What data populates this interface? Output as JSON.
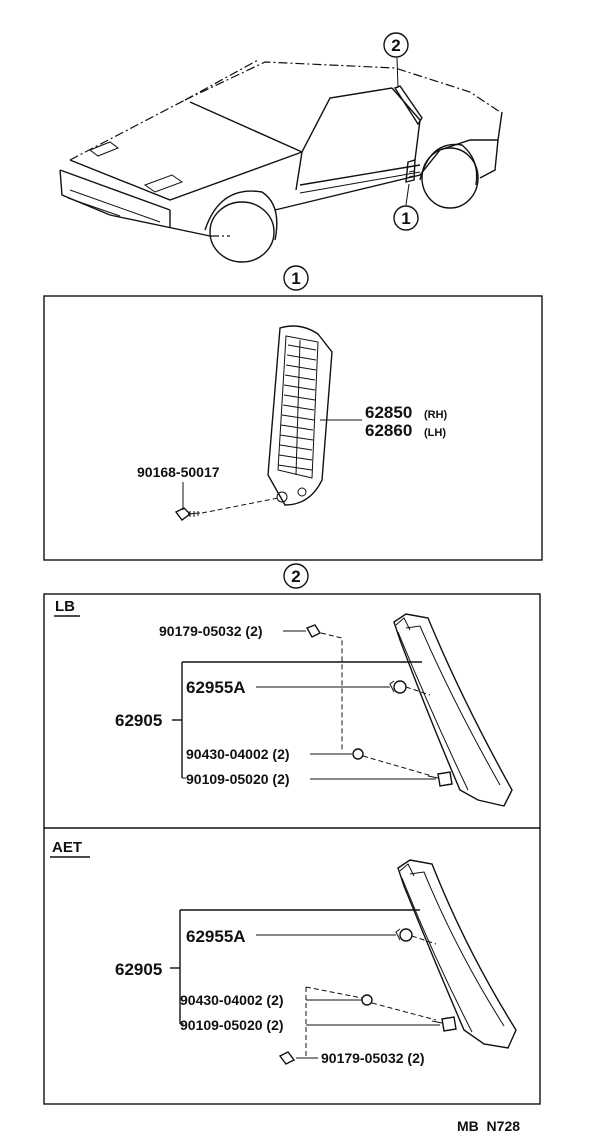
{
  "callouts": {
    "one": "1",
    "two": "2"
  },
  "section_one": {
    "part_main_rh": "62850",
    "tag_rh": "(RH)",
    "part_main_lh": "62860",
    "tag_lh": "(LH)",
    "part_screw": "90168-50017"
  },
  "section_lb": {
    "label": "LB",
    "assembly": "62905",
    "p_nut": "90179-05032 (2)",
    "p_mold": "62955A",
    "p_clip": "90430-04002 (2)",
    "p_screw": "90109-05020 (2)"
  },
  "section_aet": {
    "label": "AET",
    "assembly": "62905",
    "p_mold": "62955A",
    "p_clip": "90430-04002 (2)",
    "p_screw": "90109-05020 (2)",
    "p_nut": "90179-05032 (2)"
  },
  "footer": {
    "code": "MB  N728"
  }
}
